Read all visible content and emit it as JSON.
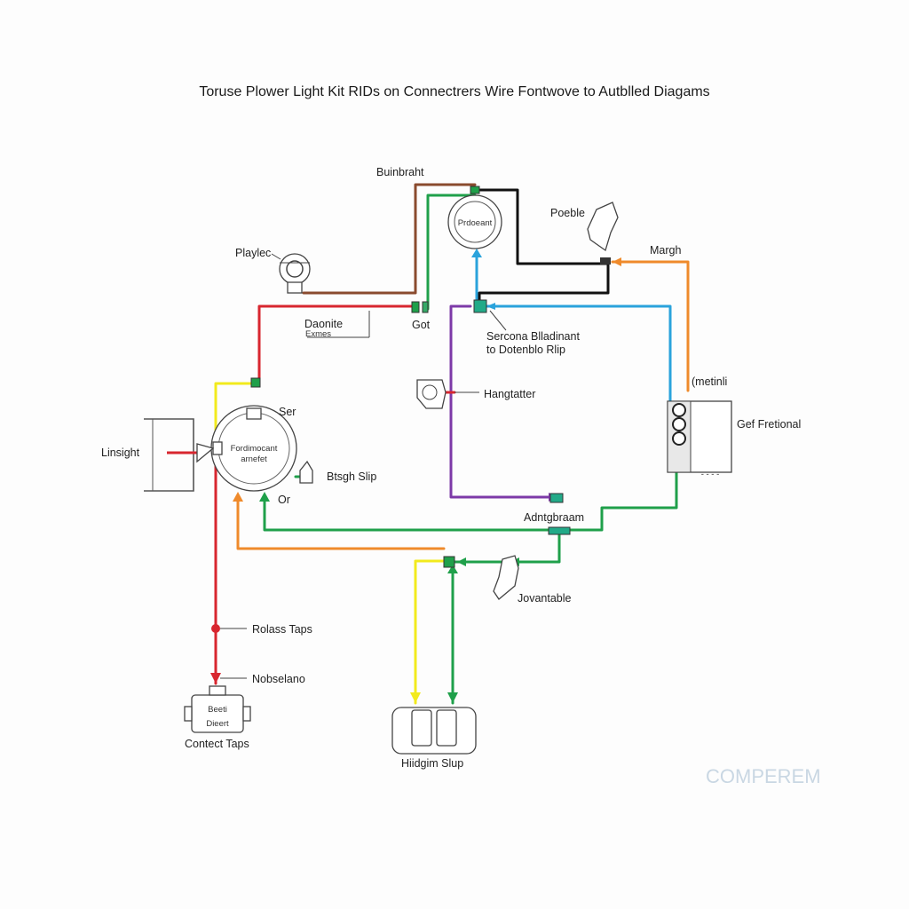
{
  "title": "Toruse Plower Light Kit RIDs on Connectrers Wire Fontwove to Autblled Diagams",
  "labels": {
    "buinbraht": "Buinbraht",
    "poeble": "Poeble",
    "margh": "Margh",
    "playlec": "Playlec",
    "daonite": "Daonite",
    "daonite_sub": "Exmes",
    "got": "Got",
    "sercona": "Sercona Blladinant",
    "dotenblo": "to Dotenblo Rlip",
    "hangtatter": "Hangtatter",
    "metinli": "(metinli",
    "gef_fretional": "Gef Fretional",
    "linsight": "Linsight",
    "ser": "Ser",
    "fordimocant": "Fordimocant",
    "ameafet": "arnefet",
    "btsgh_slip": "Btsgh Slip",
    "or": "Or",
    "adntgbraam": "Adntgbraam",
    "jovantable": "Jovantable",
    "rolass_taps": "Rolass Taps",
    "nobselano": "Nobselano",
    "beeti": "Beeti",
    "dieert": "Dieert",
    "contect_taps": "Contect Taps",
    "hiidgim_slup": "Hiidgim Slup",
    "gauge_face": "Prdoeant"
  },
  "watermark": "COMPEREM",
  "wire_colors": {
    "red": "#d8262f",
    "yellow": "#f2ea1d",
    "green": "#1fa04a",
    "blue": "#2aa3dc",
    "purple": "#7d3aa8",
    "orange": "#ef8a2b",
    "brown": "#8a4b2e",
    "black": "#111111"
  }
}
